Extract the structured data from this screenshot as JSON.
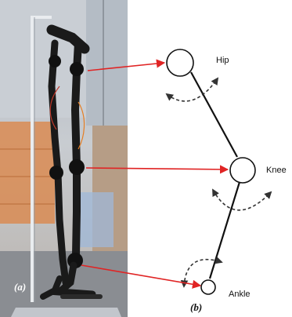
{
  "panels": {
    "a": {
      "label": "(a)"
    },
    "b": {
      "label": "(b)"
    }
  },
  "joints": {
    "hip": {
      "label": "Hip"
    },
    "knee": {
      "label": "Knee"
    },
    "ankle": {
      "label": "Ankle"
    }
  },
  "colors": {
    "arrow": "#e02424",
    "link": "#111111",
    "rotation_arrow": "#333333",
    "joint_fill": "#ffffff",
    "wall_top": "#cfd4da",
    "tile_wall": "#d98b52",
    "floor": "#8a8d92",
    "robot": "#1a1a1a",
    "stand": "#e9ecef"
  }
}
